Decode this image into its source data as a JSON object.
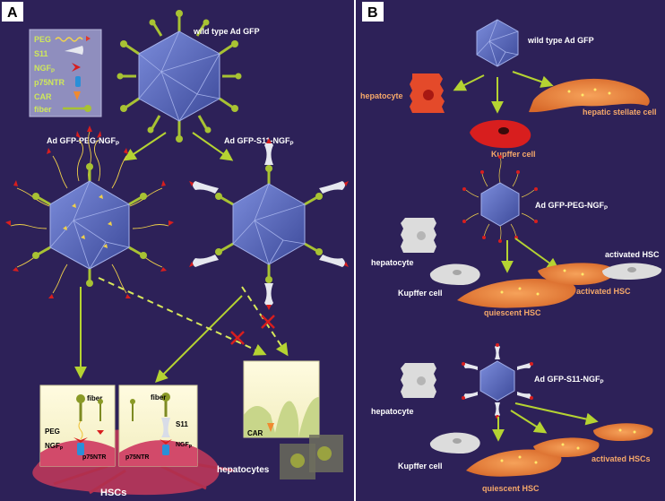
{
  "panel_a": {
    "letter": "A",
    "legend": {
      "items": [
        {
          "label": "PEG",
          "icon": "peg-chain-icon"
        },
        {
          "label": "S11",
          "icon": "s11-peptide-icon"
        },
        {
          "label": "NGF",
          "sub": "P",
          "icon": "ngf-ligand-icon"
        },
        {
          "label": "p75NTR",
          "icon": "p75ntr-receptor-icon"
        },
        {
          "label": "CAR",
          "icon": "car-receptor-icon"
        },
        {
          "label": "fiber",
          "icon": "fiber-knob-icon"
        }
      ]
    },
    "wild_type_label": "wild type Ad GFP",
    "peg_virus_label": "Ad GFP-PEG-NGF",
    "peg_virus_sub": "P",
    "s11_virus_label": "Ad GFP-S11-NGF",
    "s11_virus_sub": "P",
    "box1": {
      "fiber": "fiber",
      "peg": "PEG",
      "ngf": "NGF",
      "ngf_sub": "P",
      "p75": "p75NTR"
    },
    "box2": {
      "fiber": "fiber",
      "s11": "S11",
      "ngf": "NGF",
      "ngf_sub": "P",
      "p75": "p75NTR"
    },
    "box3": {
      "car": "CAR"
    },
    "hscs_label": "HSCs",
    "hepatocytes_label": "hepatocytes"
  },
  "panel_b": {
    "letter": "B",
    "row1": {
      "virus_label": "wild type Ad GFP",
      "hepatocyte": "hepatocyte",
      "hsc": "hepatic stellate cell",
      "kupffer": "Kupffer cell"
    },
    "row2": {
      "virus_label": "Ad GFP-PEG-NGF",
      "virus_sub": "P",
      "hepatocyte": "hepatocyte",
      "kupffer": "Kupffer cell",
      "quiescent": "quiescent HSC",
      "activated_orange": "activated HSC",
      "activated_white": "activated HSC"
    },
    "row3": {
      "virus_label": "Ad GFP-S11-NGF",
      "virus_sub": "P",
      "hepatocyte": "hepatocyte",
      "kupffer": "Kupffer cell",
      "quiescent": "quiescent HSC",
      "activated": "activated HSCs"
    }
  },
  "colors": {
    "background": "#2d2158",
    "capsid": "#5a6bbf",
    "capsid_edge": "#9aa8e8",
    "fiber": "#a8c233",
    "ngf": "#d81e1e",
    "hsc": "#e8823a",
    "label_orange": "#f5a86a",
    "label_white": "#ffffff"
  }
}
